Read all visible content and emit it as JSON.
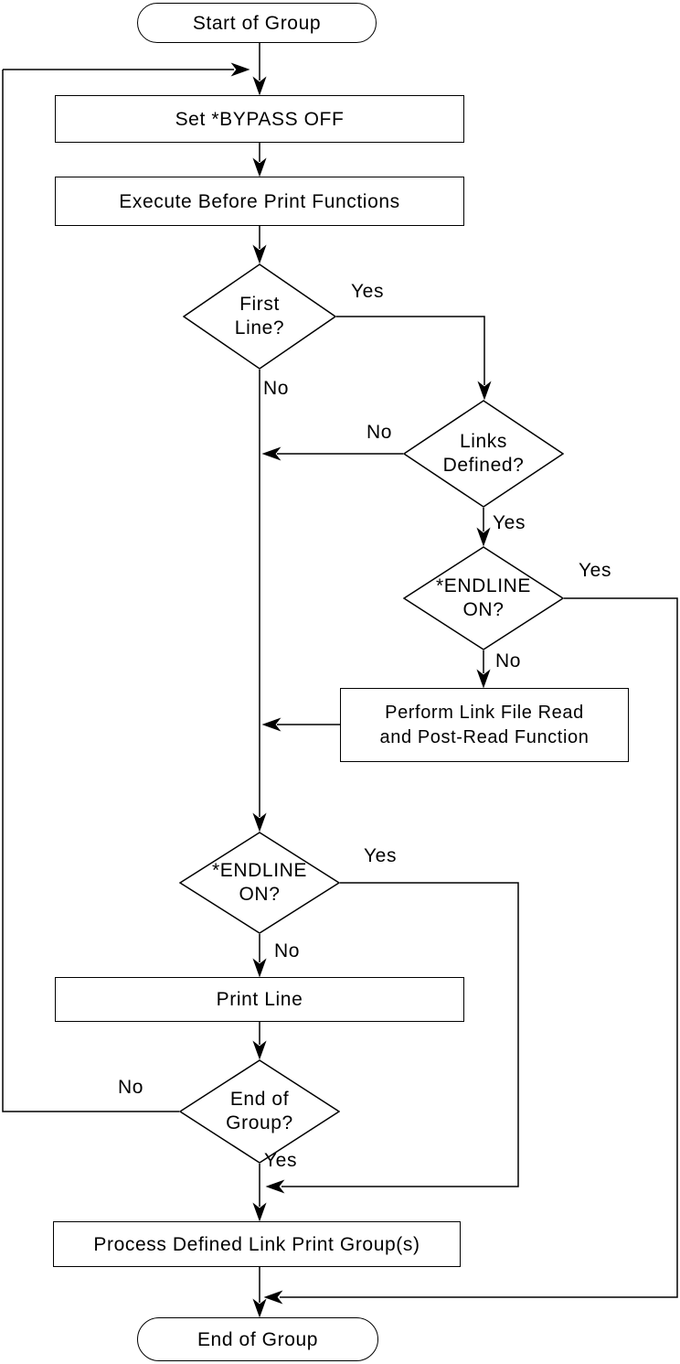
{
  "diagram": {
    "type": "flowchart",
    "background_color": "#ffffff",
    "line_color": "#000000",
    "text_color": "#000000",
    "nodes": {
      "start": {
        "shape": "terminator",
        "label": "Start of Group"
      },
      "set_bypass": {
        "shape": "process",
        "label": "Set *BYPASS OFF"
      },
      "execute_before": {
        "shape": "process",
        "label": "Execute Before Print Functions"
      },
      "first_line": {
        "shape": "decision",
        "lines": [
          "First",
          "Line?"
        ]
      },
      "links_defined": {
        "shape": "decision",
        "lines": [
          "Links",
          "Defined?"
        ]
      },
      "endline_on_1": {
        "shape": "decision",
        "lines": [
          "*ENDLINE",
          "ON?"
        ]
      },
      "perform_link_read": {
        "shape": "process",
        "lines": [
          "Perform Link File Read",
          "and Post-Read Function"
        ]
      },
      "endline_on_2": {
        "shape": "decision",
        "lines": [
          "*ENDLINE",
          "ON?"
        ]
      },
      "print_line": {
        "shape": "process",
        "label": "Print Line"
      },
      "end_of_group_q": {
        "shape": "decision",
        "lines": [
          "End of",
          "Group?"
        ]
      },
      "process_link_groups": {
        "shape": "process",
        "label": "Process Defined Link Print Group(s)"
      },
      "end": {
        "shape": "terminator",
        "label": "End of Group"
      }
    },
    "edge_labels": {
      "first_line_yes": "Yes",
      "first_line_no": "No",
      "links_defined_no": "No",
      "links_defined_yes": "Yes",
      "endline1_yes": "Yes",
      "endline1_no": "No",
      "endline2_yes": "Yes",
      "endline2_no": "No",
      "end_group_no": "No",
      "end_group_yes": "Yes"
    }
  }
}
